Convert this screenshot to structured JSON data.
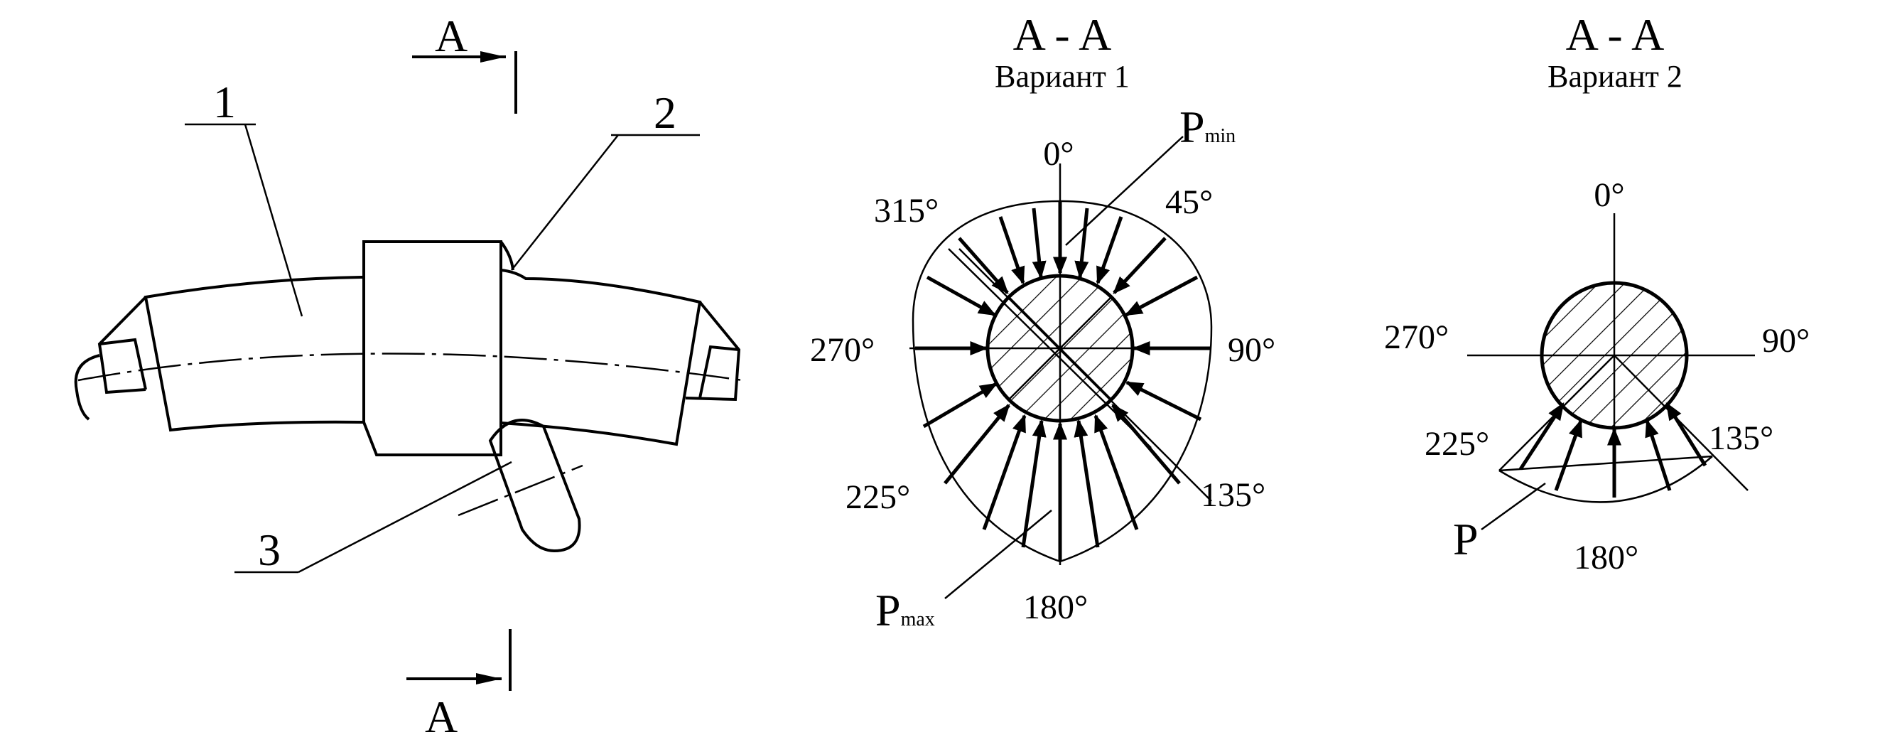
{
  "section": {
    "label_top": "A",
    "label_bottom": "A"
  },
  "part_labels": [
    "1",
    "2",
    "3"
  ],
  "variant1": {
    "section_title": "A - A",
    "subtitle": "Вариант 1",
    "angle_labels": {
      "a0": "0°",
      "a45": "45°",
      "a90": "90°",
      "a135": "135°",
      "a180": "180°",
      "a225": "225°",
      "a270": "270°",
      "a315": "315°"
    },
    "pmin": {
      "base": "P",
      "sub": "min"
    },
    "pmax": {
      "base": "P",
      "sub": "max"
    }
  },
  "variant2": {
    "section_title": "A - A",
    "subtitle": "Вариант 2",
    "angle_labels": {
      "a0": "0°",
      "a90": "90°",
      "a135": "135°",
      "a180": "180°",
      "a225": "225°",
      "a270": "270°"
    },
    "p": "P"
  }
}
